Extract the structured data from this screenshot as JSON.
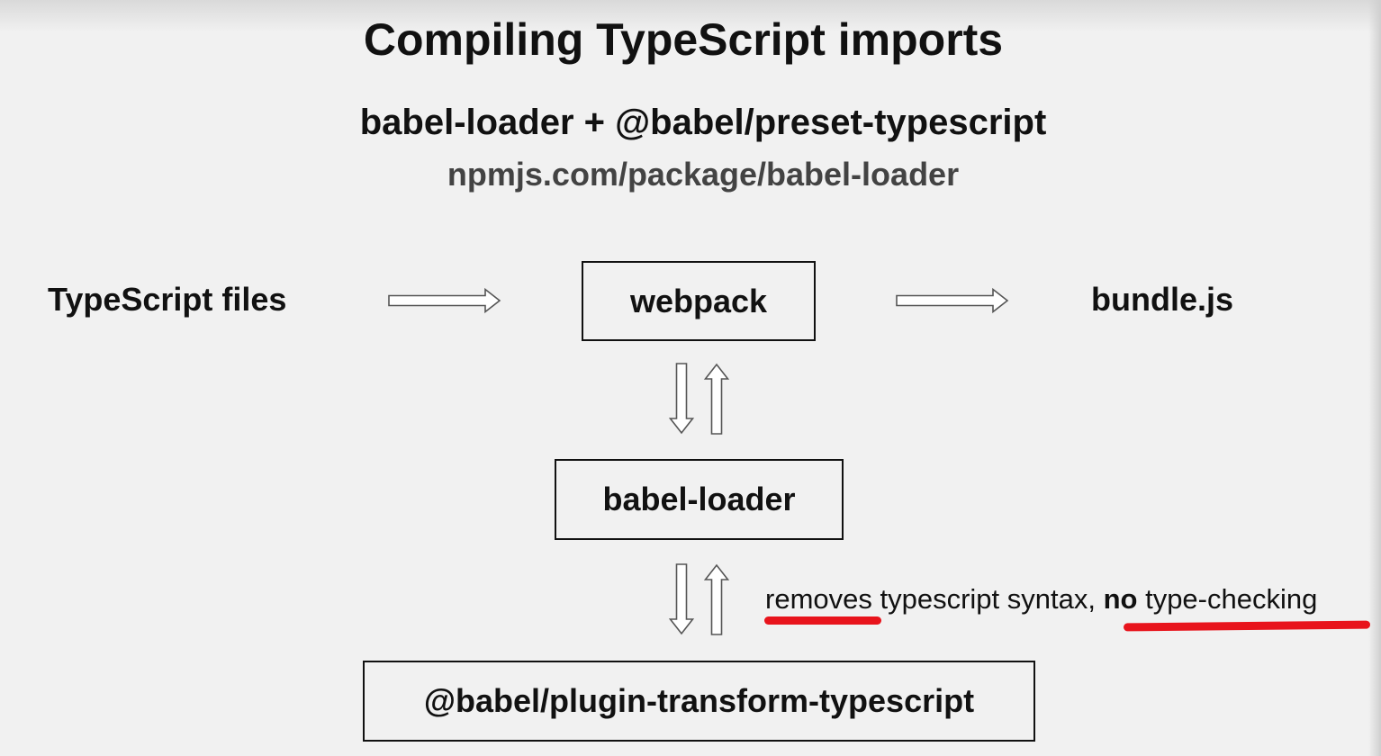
{
  "title": "Compiling TypeScript imports",
  "subtitle": "babel-loader + @babel/preset-typescript",
  "link": "npmjs.com/package/babel-loader",
  "input_label": "TypeScript files",
  "output_label": "bundle.js",
  "boxes": {
    "webpack": "webpack",
    "babel_loader": "babel-loader",
    "plugin": "@babel/plugin-transform-typescript"
  },
  "note": {
    "removes": "removes",
    "middle": " typescript syntax, ",
    "no": "no",
    "end": " type-checking"
  },
  "colors": {
    "background": "#f1f1f1",
    "text": "#111111",
    "link": "#434343",
    "underline": "#e8141c"
  },
  "icons": {
    "right_arrow": "hollow-right-arrow",
    "down_arrow": "hollow-down-arrow",
    "up_arrow": "hollow-up-arrow"
  }
}
